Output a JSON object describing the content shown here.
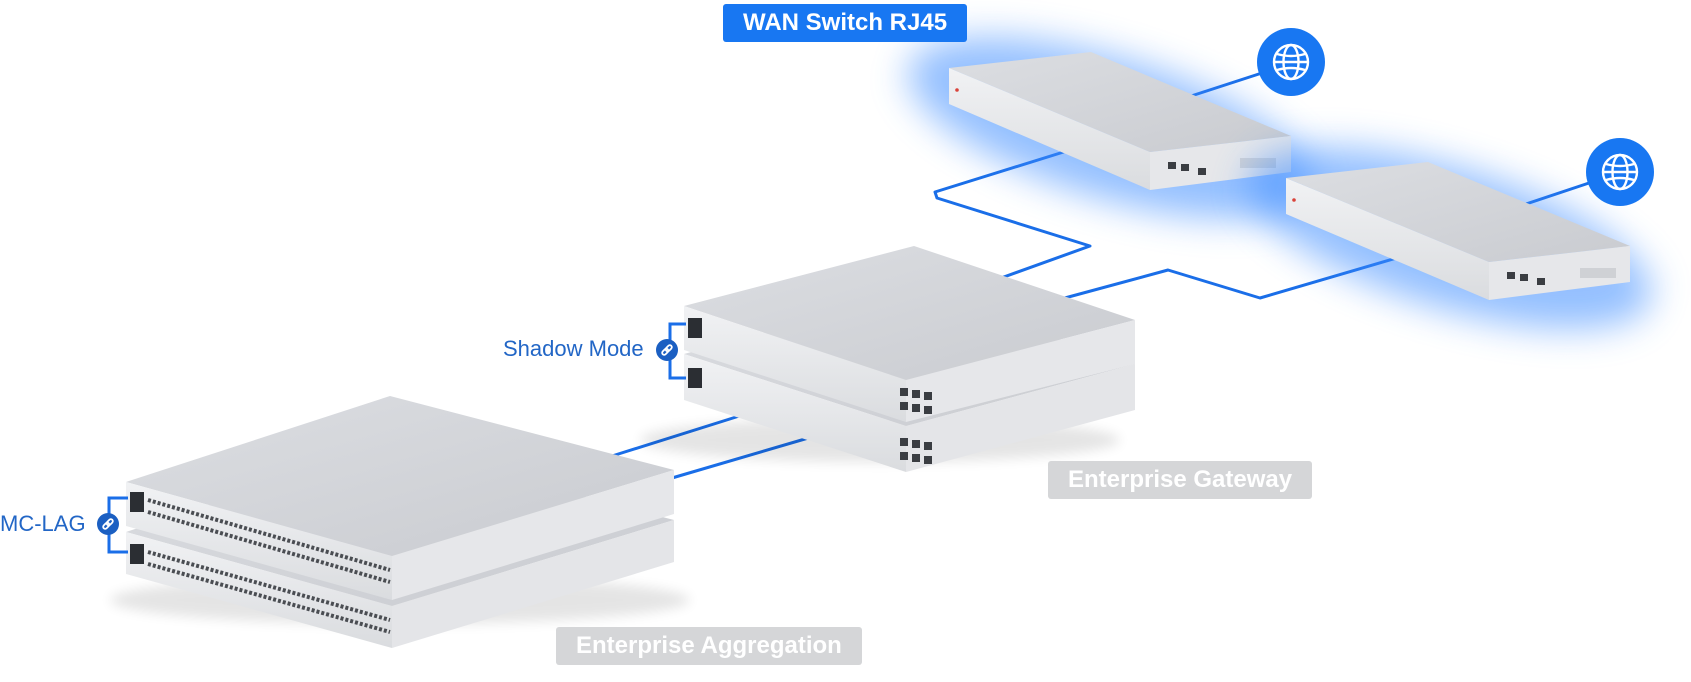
{
  "labels": {
    "wan_switch": "WAN Switch RJ45",
    "enterprise_gateway": "Enterprise Gateway",
    "enterprise_aggregation": "Enterprise Aggregation",
    "shadow_mode": "Shadow Mode",
    "mc_lag": "MC-LAG"
  },
  "icons": {
    "internet": "globe-icon",
    "link": "link-icon"
  },
  "colors": {
    "accent": "#1877f2",
    "link_line": "#1a6ee8",
    "label_text": "#2266c6",
    "grey_tag": "#d5d6d8",
    "glow": "#3c8cff"
  }
}
